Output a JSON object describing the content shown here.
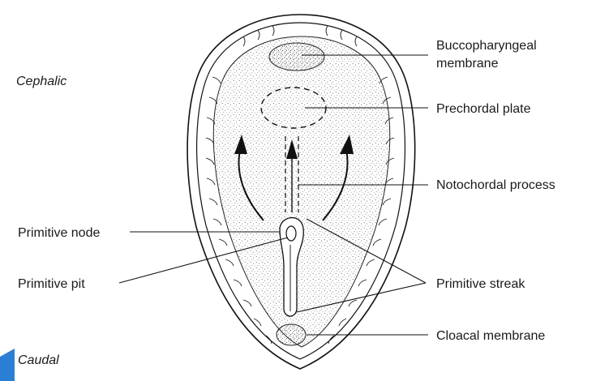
{
  "orientation": {
    "cephalic": "Cephalic",
    "caudal": "Caudal"
  },
  "labels": {
    "buccopharyngeal_line1": "Buccopharyngeal",
    "buccopharyngeal_line2": "membrane",
    "prechordal_plate": "Prechordal plate",
    "notochordal_process": "Notochordal process",
    "primitive_node": "Primitive node",
    "primitive_pit": "Primitive pit",
    "primitive_streak": "Primitive streak",
    "cloacal_membrane": "Cloacal membrane"
  },
  "colors": {
    "stipple": "#555555",
    "outline": "#111111",
    "corner_mark": "#2a7fd4"
  }
}
